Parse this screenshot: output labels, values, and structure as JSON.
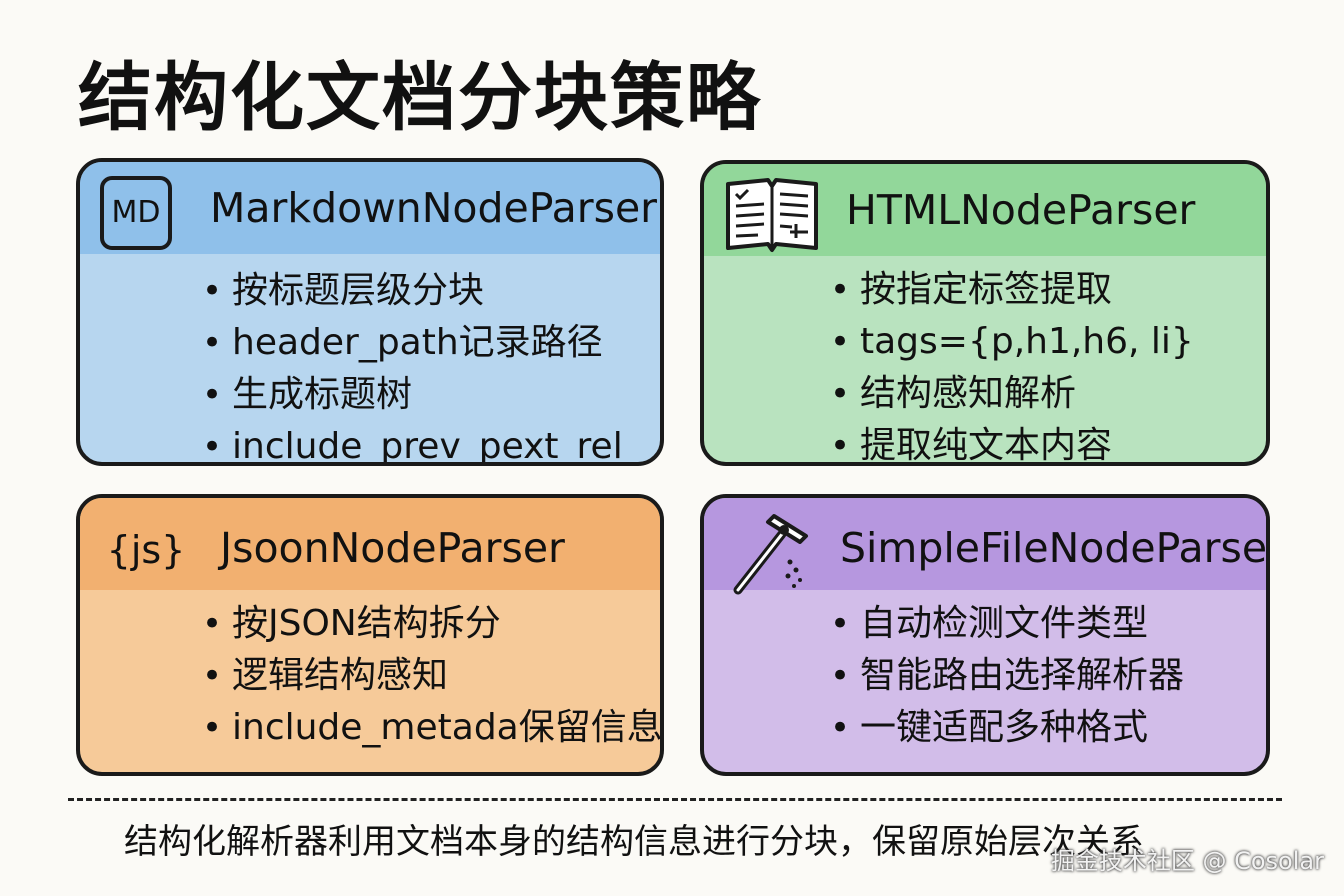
{
  "title": "结构化文档分块策略",
  "cards": [
    {
      "name": "MarkdownNodeParser",
      "icon": "markdown-icon",
      "icon_text": "MD",
      "color": "#b7d6ef",
      "items": [
        "按标题层级分块",
        "header_path记录路径",
        "生成标题树",
        "include_prev_pext_rel"
      ]
    },
    {
      "name": "HTMLNodeParser",
      "icon": "document-icon",
      "color": "#b9e3bf",
      "items": [
        "按指定标签提取",
        "tags={p,h1,h6, li}",
        "结构感知解析",
        "提取纯文本内容"
      ]
    },
    {
      "name": "JsoonNodeParser",
      "icon": "json-icon",
      "icon_text": "{js}",
      "color": "#f6ca99",
      "items": [
        "按JSON结构拆分",
        "逻辑结构感知",
        "include_metada保留信息"
      ]
    },
    {
      "name": "SimpleFileNodeParser",
      "icon": "magic-wand-icon",
      "color": "#d2bde9",
      "items": [
        "自动检测文件类型",
        "智能路由选择解析器",
        "一键适配多种格式"
      ]
    }
  ],
  "footer_note": "结构化解析器利用文档本身的结构信息进行分块，保留原始层次关系",
  "watermark": "掘金技术社区 @ Cosolar"
}
